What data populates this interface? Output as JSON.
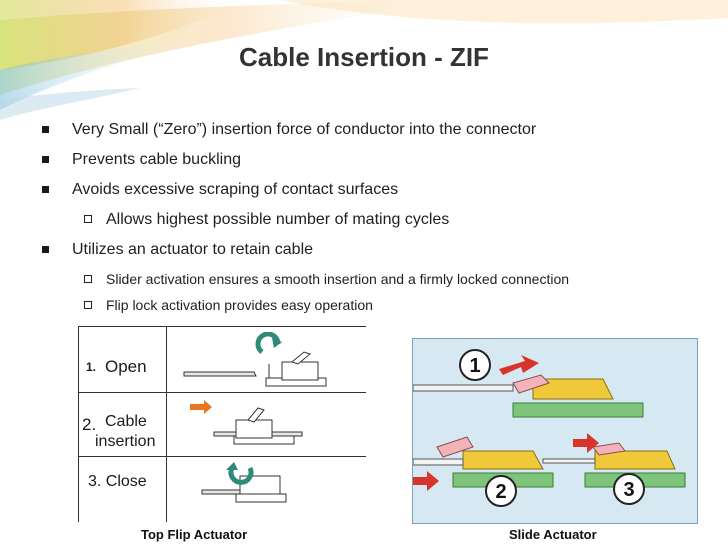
{
  "slide": {
    "title": "Cable Insertion - ZIF",
    "bullets": [
      {
        "text": "Very Small (“Zero”) insertion force of conductor into the connector"
      },
      {
        "text": "Prevents cable buckling"
      },
      {
        "text": "Avoids excessive scraping of contact surfaces"
      }
    ],
    "sub1": "Allows highest possible number of mating cycles",
    "bullet4": "Utilizes an actuator to retain cable",
    "sub2": "Slider activation ensures a smooth insertion and a firmly locked connection",
    "sub3": "Flip lock activation provides easy operation"
  },
  "flip_table": {
    "step1_num": "1.",
    "step1_label": "Open",
    "step2_num": "2.",
    "step2_label_line1": "Cable",
    "step2_label_line2": "insertion",
    "step3_label": "3. Close",
    "caption": "Top Flip Actuator"
  },
  "slide_figure": {
    "marker1": "1",
    "marker2": "2",
    "marker3": "3",
    "caption": "Slide Actuator"
  },
  "colors": {
    "title": "#333333",
    "accent_orange": "#e87722",
    "arrow_red": "#d9342b",
    "arrow_teal": "#2e8b7a",
    "photo_bg": "#cfe4ee"
  }
}
